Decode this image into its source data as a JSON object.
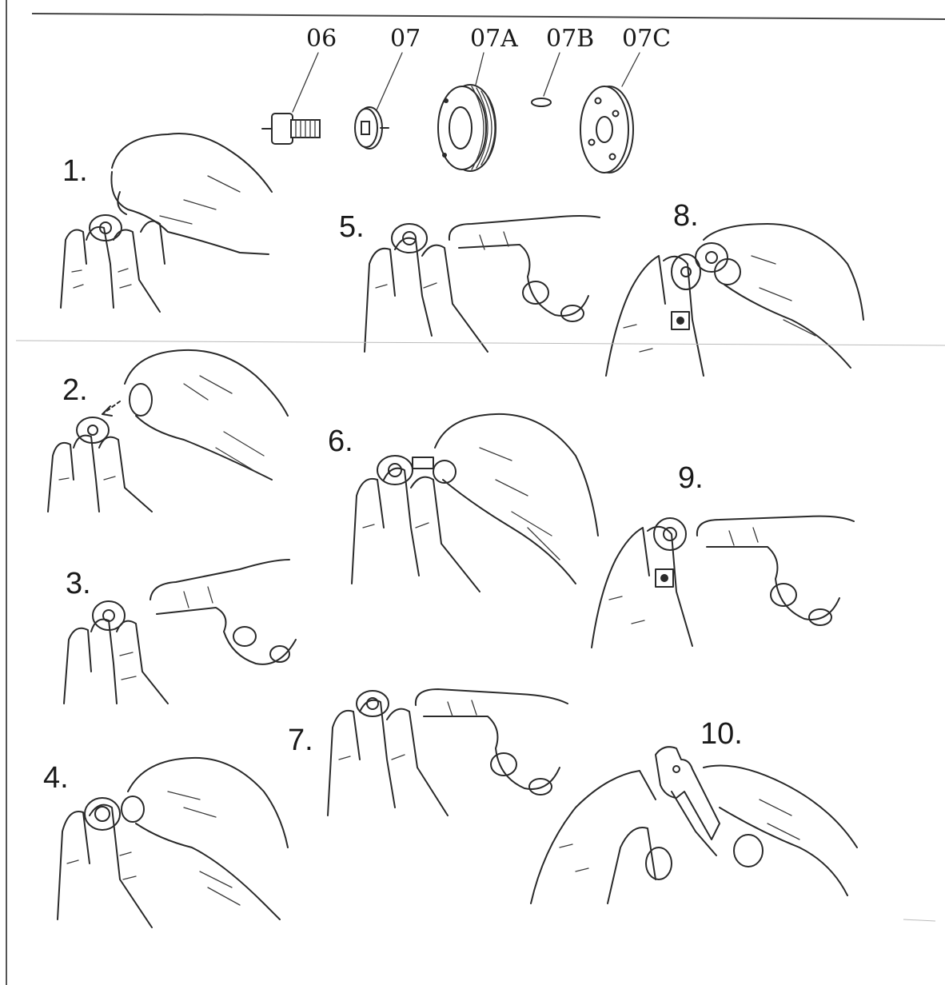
{
  "parts": [
    {
      "id": "06"
    },
    {
      "id": "07"
    },
    {
      "id": "07A"
    },
    {
      "id": "07B"
    },
    {
      "id": "07C"
    }
  ],
  "steps": [
    {
      "label": "1."
    },
    {
      "label": "2."
    },
    {
      "label": "3."
    },
    {
      "label": "4."
    },
    {
      "label": "5."
    },
    {
      "label": "6."
    },
    {
      "label": "7."
    },
    {
      "label": "8."
    },
    {
      "label": "9."
    },
    {
      "label": "10."
    }
  ]
}
